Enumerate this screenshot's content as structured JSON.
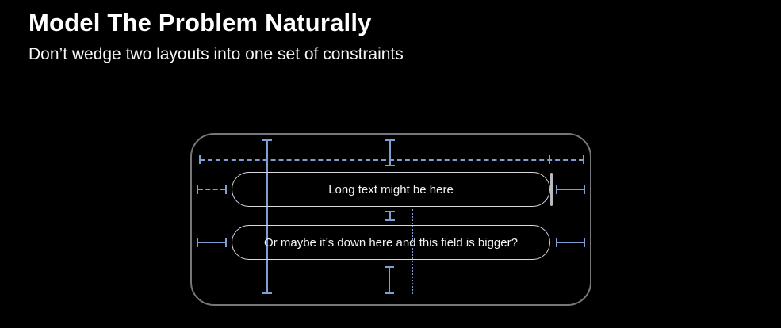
{
  "slide": {
    "title": "Model The Problem Naturally",
    "subtitle": "Don’t wedge two layouts into one set of constraints"
  },
  "diagram": {
    "fields": [
      {
        "label": "Long text might be here"
      },
      {
        "label": "Or maybe it’s down here and this field is bigger?"
      }
    ],
    "constraints": [
      "top-width-dashed-constraint",
      "top-margin-ibeam",
      "left-alignment-guide-line",
      "field1-leading-dashed-constraint",
      "field1-trailing-constraint",
      "vertical-spacing-ibeam",
      "field2-leading-constraint",
      "field2-trailing-constraint",
      "bottom-margin-ibeam",
      "dotted-drop-guide"
    ],
    "colors": {
      "background": "#000000",
      "title_text": "#ffffff",
      "body_text": "#f5f5f7",
      "constraint_blue": "#7f9ed4",
      "field_border": "#d9d9de",
      "container_border": "#76767b",
      "trailing_indicator": "#b9b9be"
    }
  }
}
